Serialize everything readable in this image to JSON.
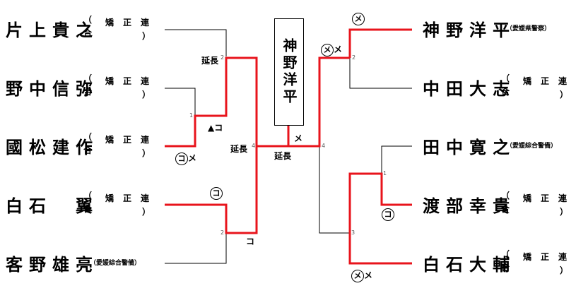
{
  "left_players": [
    {
      "name": "片上貴之",
      "affiliation": [
        "（",
        "矯",
        "正",
        "連",
        "合",
        "）"
      ]
    },
    {
      "name": "野中信弥",
      "affiliation": [
        "（",
        "矯",
        "正",
        "連",
        "合",
        "）"
      ]
    },
    {
      "name": "國松建作",
      "affiliation": [
        "（",
        "矯",
        "正",
        "連",
        "合",
        "）"
      ]
    },
    {
      "name": "白石　翼",
      "affiliation": [
        "（",
        "矯",
        "正",
        "連",
        "合",
        "）"
      ]
    },
    {
      "name": "客野雄亮",
      "affiliation_small": "（愛媛綜合警備）"
    }
  ],
  "right_players": [
    {
      "name": "神野洋平",
      "affiliation_small": "（愛媛県警察）"
    },
    {
      "name": "中田大志",
      "affiliation": [
        "（",
        "矯",
        "正",
        "連",
        "合",
        "）"
      ]
    },
    {
      "name": "田中寛之",
      "affiliation_small": "（愛媛綜合警備）"
    },
    {
      "name": "渡部幸貴",
      "affiliation": [
        "（",
        "矯",
        "正",
        "連",
        "合",
        "）"
      ]
    },
    {
      "name": "白石大輔",
      "affiliation": [
        "（",
        "矯",
        "正",
        "連",
        "合",
        "）"
      ]
    }
  ],
  "champion": "神野洋平",
  "marks": {
    "m1_enchou": "延長",
    "m2_tri_ko": "▲コ",
    "m3_ko_circle": "コ",
    "m3_me": "メ",
    "m4_ko_circle": "コ",
    "m5_ko": "コ",
    "m6_enchou": "延長",
    "m7_me": "メ",
    "m8_enchou": "延長",
    "m9_me_circle": "メ",
    "m9_me": "メ",
    "m10_me_circle": "メ",
    "m11_ko_circle": "コ",
    "m12_me_circle": "メ",
    "m12_me": "メ"
  },
  "match_numbers": {
    "l1": "1",
    "l2a": "2",
    "l2b": "2",
    "l4": "4",
    "r2": "2",
    "r4": "4",
    "r1": "1",
    "r3": "3"
  },
  "colors": {
    "win": "#e8141c",
    "lose": "#000000"
  }
}
